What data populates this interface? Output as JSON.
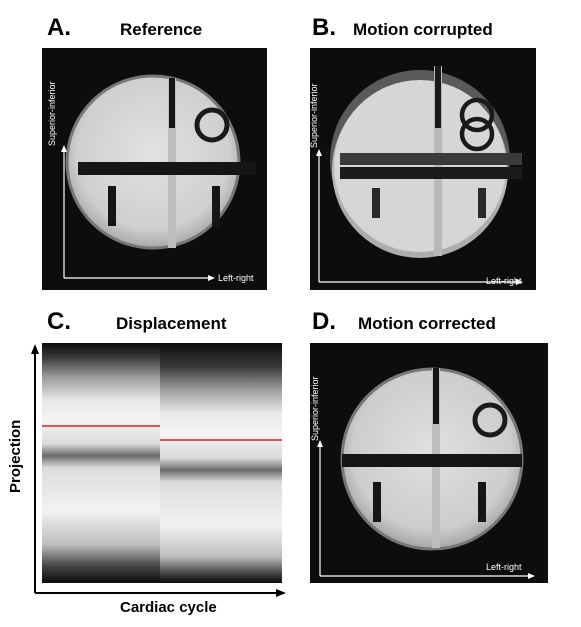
{
  "panels": [
    {
      "letter": "A.",
      "title": "Reference",
      "x_label": "Left-right",
      "y_label": "Superior-inferior"
    },
    {
      "letter": "B.",
      "title": "Motion corrupted",
      "x_label": "Left-right",
      "y_label": "Superior-inferior"
    },
    {
      "letter": "C.",
      "title": "Displacement",
      "x_label": "Cardiac cycle",
      "y_label": "Projection"
    },
    {
      "letter": "D.",
      "title": "Motion corrected",
      "x_label": "Left-right",
      "y_label": "Superior-inferior"
    }
  ],
  "colors": {
    "red_line": "#e0201c",
    "background": "#0d0d0d"
  }
}
